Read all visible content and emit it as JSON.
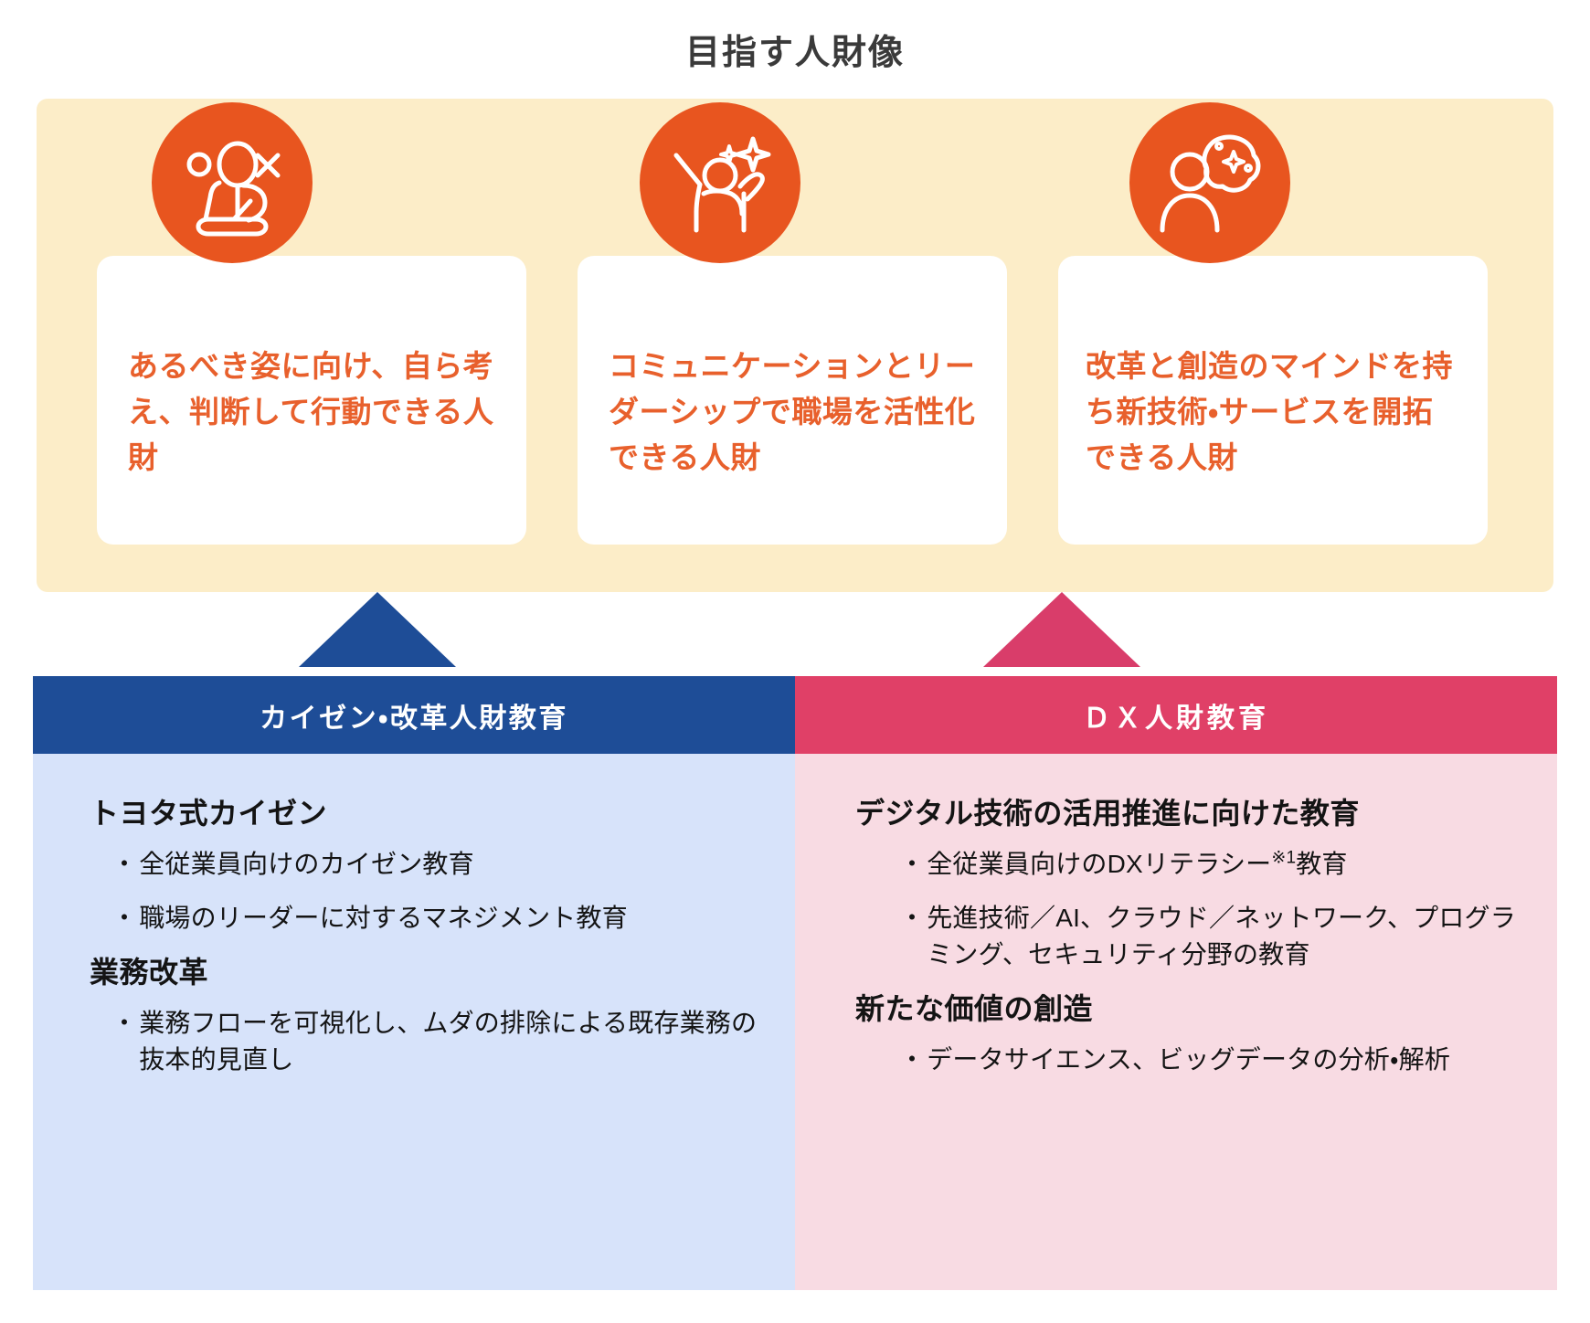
{
  "title": "目指す人財像",
  "colors": {
    "vision_panel_bg": "#fcedc8",
    "icon_badge": "#e8551f",
    "card_text": "#e8602c",
    "kaizen_header": "#1e4d97",
    "kaizen_body": "#d7e3fa",
    "dx_header": "#e04067",
    "dx_body": "#f8dbe3",
    "title_text": "#3a3a3a"
  },
  "vision": {
    "cards": [
      {
        "icon": "person-thinking-judgment-icon",
        "text": "あるべき姿に向け、自ら考え、判断して行動できる人財"
      },
      {
        "icon": "person-raising-hands-sparkle-icon",
        "text": "コミュニケーションとリーダーシップで職場を活性化できる人財"
      },
      {
        "icon": "person-idea-thought-bubble-icon",
        "text": "改革と創造のマインドを持ち新技術・サービスを開拓できる人財"
      }
    ]
  },
  "arrows": [
    {
      "name": "arrow-up-kaizen",
      "color": "#1e4d97"
    },
    {
      "name": "arrow-up-dx",
      "color": "#d93d6a"
    }
  ],
  "programs": {
    "left": {
      "header": "カイゼン・改革人財教育",
      "groups": [
        {
          "title": "トヨタ式カイゼン",
          "bullets": [
            "全従業員向けのカイゼン教育",
            "職場のリーダーに対するマネジメント教育"
          ]
        },
        {
          "title": "業務改革",
          "bullets": [
            "業務フローを可視化し、ムダの排除による既存業務の抜本的見直し"
          ]
        }
      ]
    },
    "right": {
      "header": "ＤＸ人財教育",
      "groups": [
        {
          "title": "デジタル技術の活用推進に向けた教育",
          "bullets": [
            "全従業員向けのDXリテラシー※1教育",
            "先進技術／AI、クラウド／ネットワーク、プログラミング、セキュリティ分野の教育"
          ]
        },
        {
          "title": "新たな価値の創造",
          "bullets": [
            "データサイエンス、ビッグデータの分析・解析"
          ]
        }
      ]
    }
  },
  "bullet_marker": "・"
}
